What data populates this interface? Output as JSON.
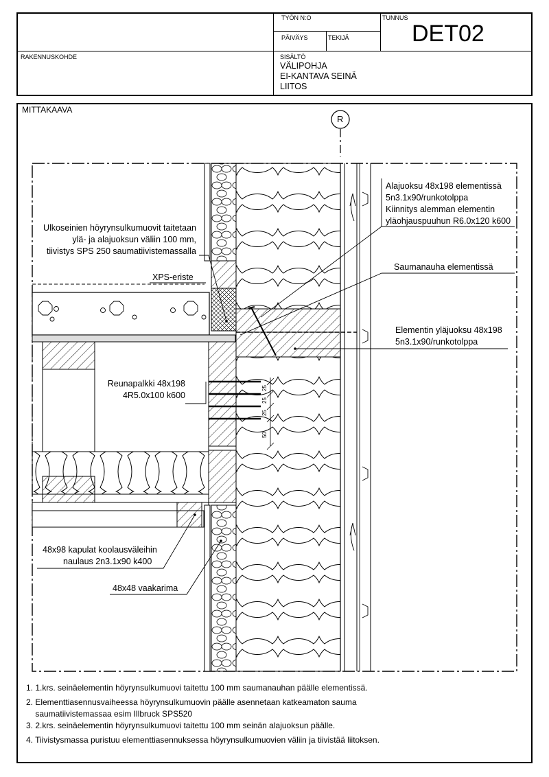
{
  "title_block": {
    "tyon_no_label": "TYÖN N:O",
    "tunnus_label": "TUNNUS",
    "code": "DET02",
    "paivays_label": "PÄIVÄYS",
    "tekija_label": "TEKIJÄ",
    "rakennuskohde_label": "RAKENNUSKOHDE",
    "sisalto_label": "SISÄLTÖ",
    "content_lines": [
      "VÄLIPOHJA",
      "EI-KANTAVA SEINÄ",
      "LIITOS"
    ]
  },
  "drawing": {
    "scale_label": "MITTAKAAVA",
    "grid_axis": "R",
    "dimensions": [
      "25",
      "25",
      "25",
      "50"
    ]
  },
  "callouts": {
    "alajuoksu": [
      "Alajuoksu 48x198 elementissä",
      "5n3.1x90/runkotolppa",
      "Kiinnitys alemman elementin",
      "yläohjauspuuhun R6.0x120 k600"
    ],
    "ulkoseinien": [
      "Ulkoseinien höyrynsulkumuovit taitetaan",
      "ylä- ja alajuoksun väliin 100 mm,",
      "tiivistys SPS 250 saumatiivistemassalla"
    ],
    "saumanauha": [
      "Saumanauha elementissä"
    ],
    "xps": [
      "XPS-eriste"
    ],
    "ylajuoksu": [
      "Elementin yläjuoksu 48x198",
      "5n3.1x90/runkotolppa"
    ],
    "reunapalkki": [
      "Reunapalkki 48x198",
      "4R5.0x100 k600"
    ],
    "kapulat": [
      "48x98 kapulat koolausväleihin",
      "naulaus 2n3.1x90 k400"
    ],
    "vaakarima": [
      "48x48 vaakarima"
    ]
  },
  "notes": [
    "1. 1.krs. seinäelementin höyrynsulkumuovi taitettu 100 mm saumanauhan päälle elementissä.",
    "2. Elementtiasennusvaiheessa höyrynsulkumuovin päälle asennetaan katkeamaton sauma",
    "    saumatiivistemassaa esim Illbruck SPS520",
    "3. 2.krs. seinäelementin höyrynsulkumuovi taitettu 100 mm seinän alajuoksun päälle.",
    "4. Tiivistysmassa puristuu elementtiasennuksessa höyrynsulkumuovien väliin ja tiivistää liitoksen."
  ]
}
